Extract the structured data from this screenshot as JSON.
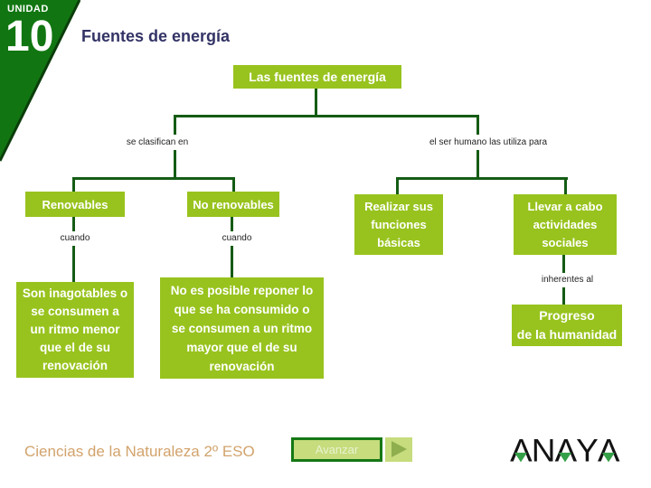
{
  "unit": {
    "kicker": "UNIDAD",
    "number": "10",
    "title": "Fuentes de energía"
  },
  "map": {
    "root": "Las fuentes de energía",
    "left_branch_label": "se clasifican en",
    "right_branch_label": "el ser humano las utiliza para",
    "renewables": "Renovables",
    "non_renewables": "No renovables",
    "when_left": "cuando",
    "when_right": "cuando",
    "renewables_desc": "Son inagotables o\nse consumen a\nun ritmo menor\nque el de su\nrenovación",
    "non_renewables_desc": "No es posible reponer lo\nque se ha consumido o\nse consumen a un ritmo\nmayor que el de su\nrenovación",
    "basic_functions": "Realizar sus\nfunciones\nbásicas",
    "social_activities": "Llevar a cabo\nactividades\nsociales",
    "inherent_label": "inherentes al",
    "progress": "Progreso\nde la humanidad"
  },
  "footer": {
    "course": "Ciencias de la Naturaleza 2º ESO",
    "advance": "Avanzar",
    "logo_letters": [
      "Λ",
      "N",
      "Λ",
      "Y",
      "Λ"
    ]
  },
  "colors": {
    "unit_green": "#117611",
    "node_green": "#98c31e",
    "line_green": "#155c15",
    "title_navy": "#333366",
    "course_tan": "#d2a36c",
    "button_fill": "#c6dc7d",
    "button_border": "#157815",
    "arrow_olive": "#8fae4e",
    "logo_triangle_green": "#34a047"
  }
}
